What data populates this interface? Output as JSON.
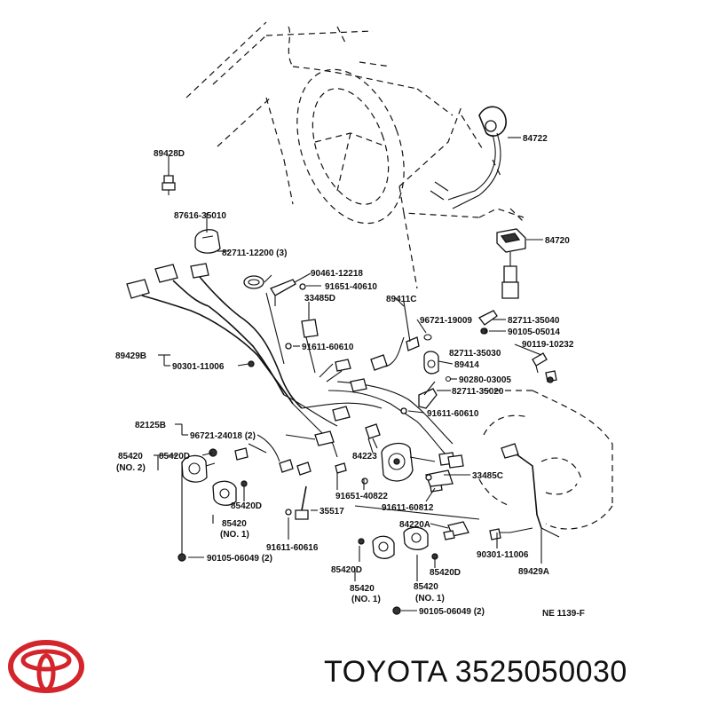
{
  "labels": [
    {
      "id": "l1",
      "text": "89428D"
    },
    {
      "id": "l2",
      "text": "87616-35010"
    },
    {
      "id": "l3",
      "text": "82711-12200 (3)"
    },
    {
      "id": "l4",
      "text": "90461-12218"
    },
    {
      "id": "l5",
      "text": "91651-40610"
    },
    {
      "id": "l6",
      "text": "33485D"
    },
    {
      "id": "l7",
      "text": "89411C"
    },
    {
      "id": "l8",
      "text": "96721-19009"
    },
    {
      "id": "l9",
      "text": "82711-35040"
    },
    {
      "id": "l10",
      "text": "90105-05014"
    },
    {
      "id": "l11",
      "text": "90119-10232"
    },
    {
      "id": "l12",
      "text": "82711-35030"
    },
    {
      "id": "l13",
      "text": "89414"
    },
    {
      "id": "l14",
      "text": "90280-03005"
    },
    {
      "id": "l15",
      "text": "82711-35020"
    },
    {
      "id": "l16",
      "text": "91611-60610"
    },
    {
      "id": "l17",
      "text": "89429B"
    },
    {
      "id": "l18",
      "text": "90301-11006"
    },
    {
      "id": "l19",
      "text": "91611-60610"
    },
    {
      "id": "l20",
      "text": "82125B"
    },
    {
      "id": "l21",
      "text": "96721-24018 (2)"
    },
    {
      "id": "l22",
      "text": "85420"
    },
    {
      "id": "l23",
      "text": "(NO. 2)"
    },
    {
      "id": "l24",
      "text": "85420D"
    },
    {
      "id": "l25",
      "text": "84223"
    },
    {
      "id": "l26",
      "text": "33485C"
    },
    {
      "id": "l27",
      "text": "85420D"
    },
    {
      "id": "l28",
      "text": "85420"
    },
    {
      "id": "l29",
      "text": "(NO. 1)"
    },
    {
      "id": "l30",
      "text": "91651-40822"
    },
    {
      "id": "l31",
      "text": "91611-60812"
    },
    {
      "id": "l32",
      "text": "35517"
    },
    {
      "id": "l33",
      "text": "84220A"
    },
    {
      "id": "l34",
      "text": "91611-60616"
    },
    {
      "id": "l35",
      "text": "90301-11006"
    },
    {
      "id": "l36",
      "text": "90105-06049 (2)"
    },
    {
      "id": "l37",
      "text": "85420D"
    },
    {
      "id": "l38",
      "text": "85420D"
    },
    {
      "id": "l39",
      "text": "89429A"
    },
    {
      "id": "l40",
      "text": "85420"
    },
    {
      "id": "l41",
      "text": "85420"
    },
    {
      "id": "l42",
      "text": "(NO. 1)"
    },
    {
      "id": "l43",
      "text": "(NO. 1)"
    },
    {
      "id": "l44",
      "text": "90105-06049 (2)"
    },
    {
      "id": "l45",
      "text": "NE  1139-F"
    },
    {
      "id": "l46",
      "text": "84722"
    },
    {
      "id": "l47",
      "text": "84720"
    }
  ],
  "footer": {
    "brand": "TOYOTA",
    "part_number": "3525050030"
  },
  "colors": {
    "line": "#111111",
    "logo": "#d3252b",
    "background": "#ffffff"
  },
  "icons": [
    "toyota-logo-icon",
    "bolt-icon",
    "connector-icon",
    "sensor-icon"
  ]
}
